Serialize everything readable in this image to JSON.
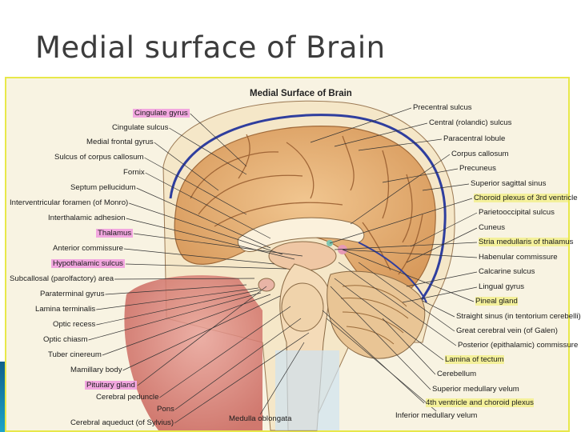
{
  "slide": {
    "title": "Medial surface of Brain"
  },
  "figure": {
    "heading": "Medial Surface of Brain",
    "colors": {
      "highlight_pink": "#f2a7df",
      "highlight_yellow": "#f4f09a",
      "frame": "#e8e84a"
    },
    "left_labels": [
      {
        "text": "Cingulate gyrus",
        "highlight": true
      },
      {
        "text": "Cingulate sulcus",
        "highlight": false
      },
      {
        "text": "Medial frontal gyrus",
        "highlight": false
      },
      {
        "text": "Sulcus of corpus callosum",
        "highlight": false
      },
      {
        "text": "Fornix",
        "highlight": false
      },
      {
        "text": "Septum pellucidum",
        "highlight": false
      },
      {
        "text": "Interventricular foramen (of Monro)",
        "highlight": false
      },
      {
        "text": "Interthalamic adhesion",
        "highlight": false
      },
      {
        "text": "Thalamus",
        "highlight": true
      },
      {
        "text": "Anterior commissure",
        "highlight": false
      },
      {
        "text": "Hypothalamic sulcus",
        "highlight": true
      },
      {
        "text": "Subcallosal (parolfactory) area",
        "highlight": false
      },
      {
        "text": "Paraterminal gyrus",
        "highlight": false
      },
      {
        "text": "Lamina terminalis",
        "highlight": false
      },
      {
        "text": "Optic recess",
        "highlight": false
      },
      {
        "text": "Optic chiasm",
        "highlight": false
      },
      {
        "text": "Tuber cinereum",
        "highlight": false
      },
      {
        "text": "Mamillary body",
        "highlight": false
      },
      {
        "text": "Pituitary gland",
        "highlight": true
      },
      {
        "text": "Cerebral peduncle",
        "highlight": false
      },
      {
        "text": "Pons",
        "highlight": false
      },
      {
        "text": "Cerebral aqueduct (of Sylvius)",
        "highlight": false
      }
    ],
    "bottom_labels": [
      {
        "text": "Medulla oblongata"
      },
      {
        "text": "Inferior medullary velum"
      }
    ],
    "right_labels": [
      {
        "text": "Precentral sulcus",
        "highlight": false
      },
      {
        "text": "Central (rolandic) sulcus",
        "highlight": false
      },
      {
        "text": "Paracentral lobule",
        "highlight": false
      },
      {
        "text": "Corpus callosum",
        "highlight": false
      },
      {
        "text": "Precuneus",
        "highlight": false
      },
      {
        "text": "Superior sagittal sinus",
        "highlight": false
      },
      {
        "text": "Choroid plexus of 3rd ventricle",
        "highlight": true
      },
      {
        "text": "Parietooccipital sulcus",
        "highlight": false
      },
      {
        "text": "Cuneus",
        "highlight": false
      },
      {
        "text": "Stria medullaris of thalamus",
        "highlight": true
      },
      {
        "text": "Habenular commissure",
        "highlight": false
      },
      {
        "text": "Calcarine sulcus",
        "highlight": false
      },
      {
        "text": "Lingual gyrus",
        "highlight": false
      },
      {
        "text": "Pineal gland",
        "highlight": true
      },
      {
        "text": "Straight sinus (in tentorium cerebelli)",
        "highlight": false
      },
      {
        "text": "Great cerebral vein (of Galen)",
        "highlight": false
      },
      {
        "text": "Posterior (epithalamic) commissure",
        "highlight": false
      },
      {
        "text": "Lamina of tectum",
        "highlight": true
      },
      {
        "text": "Cerebellum",
        "highlight": false
      },
      {
        "text": "Superior medullary velum",
        "highlight": false
      },
      {
        "text": "4th ventricle and choroid plexus",
        "highlight": true
      }
    ]
  }
}
